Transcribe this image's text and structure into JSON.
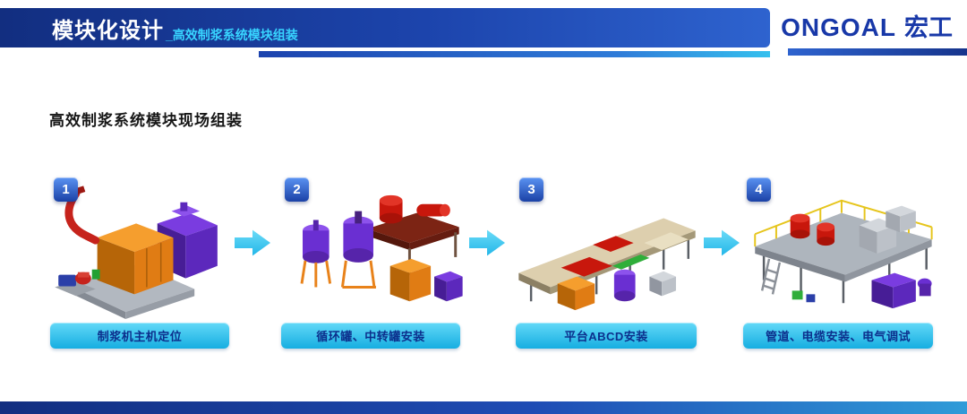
{
  "slide": {
    "header": {
      "title": "模块化设计",
      "subtitle": "_高效制浆系统模块组装",
      "logo_text": "ONGOAL",
      "logo_cjk": "宏工"
    },
    "section_title": "高效制浆系统模块现场组装",
    "steps": [
      {
        "number": "1",
        "caption": "制浆机主机定位",
        "illustration": "pulping-machine-main-unit-render"
      },
      {
        "number": "2",
        "caption": "循环罐、中转罐安装",
        "illustration": "circulation-transfer-tanks-render"
      },
      {
        "number": "3",
        "caption": "平台ABCD安装",
        "illustration": "platform-abcd-render"
      },
      {
        "number": "4",
        "caption": "管道、电缆安装、电气调试",
        "illustration": "piping-cable-electrical-render"
      }
    ],
    "colors": {
      "header_blue_dark": "#122e80",
      "header_blue_light": "#2e63cf",
      "subtitle_cyan": "#38d4ff",
      "logo_blue": "#1838a8",
      "caption_cyan": "#16aee1",
      "caption_text": "#0c2f8c",
      "arrow_cyan": "#22b6e8",
      "badge_blue": "#1b41a6"
    }
  }
}
